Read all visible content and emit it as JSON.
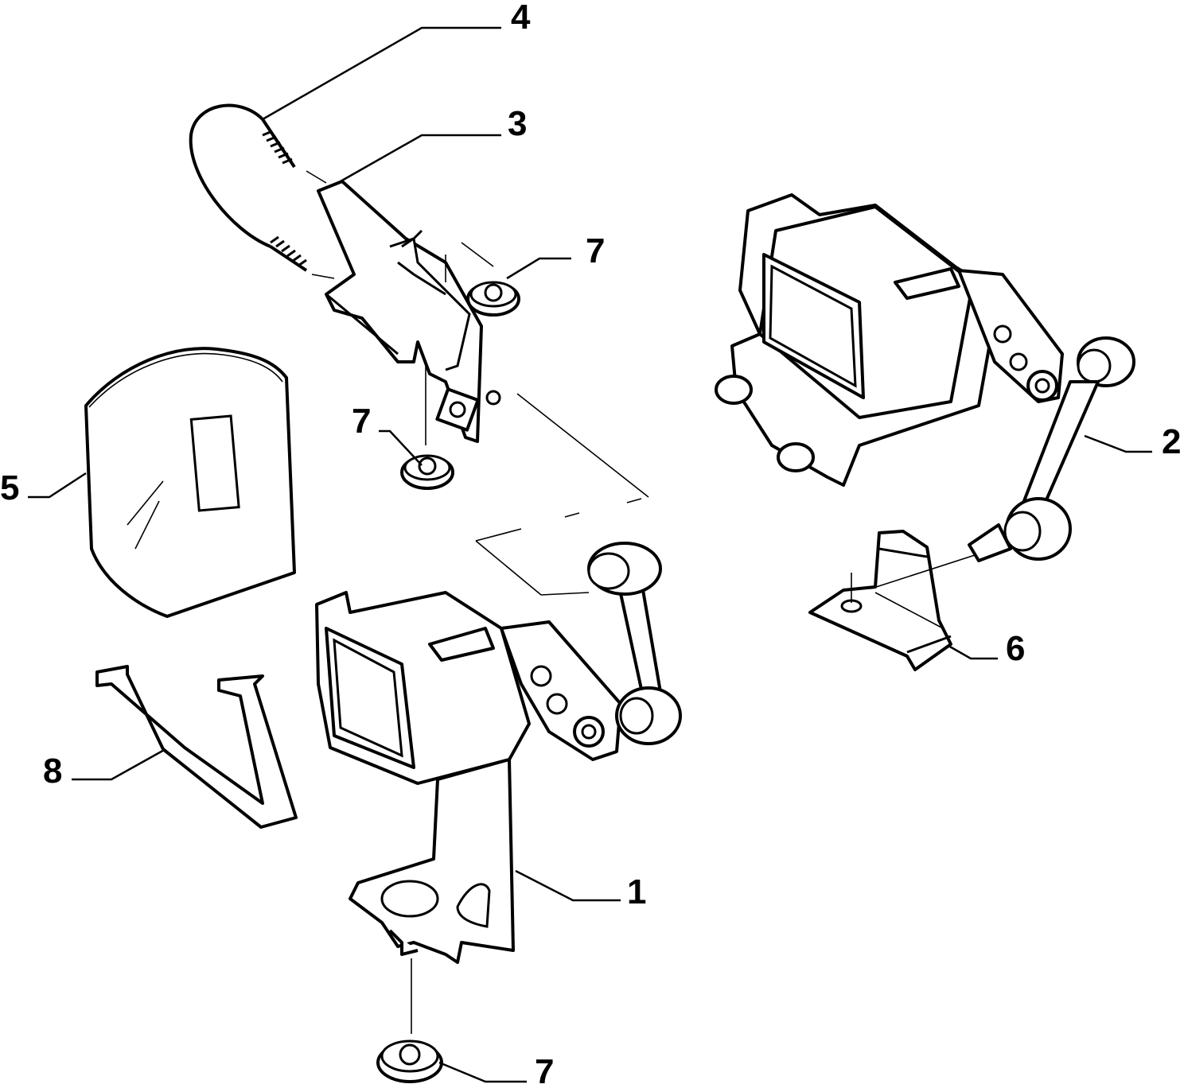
{
  "callouts": [
    {
      "id": "c1",
      "label": "1"
    },
    {
      "id": "c2",
      "label": "2"
    },
    {
      "id": "c3",
      "label": "3"
    },
    {
      "id": "c4",
      "label": "4"
    },
    {
      "id": "c5",
      "label": "5"
    },
    {
      "id": "c6",
      "label": "6"
    },
    {
      "id": "c7a",
      "label": "7"
    },
    {
      "id": "c7b",
      "label": "7"
    },
    {
      "id": "c7c",
      "label": "7"
    },
    {
      "id": "c8",
      "label": "8"
    }
  ],
  "colors": {
    "ink": "#000000",
    "background": "#ffffff"
  }
}
